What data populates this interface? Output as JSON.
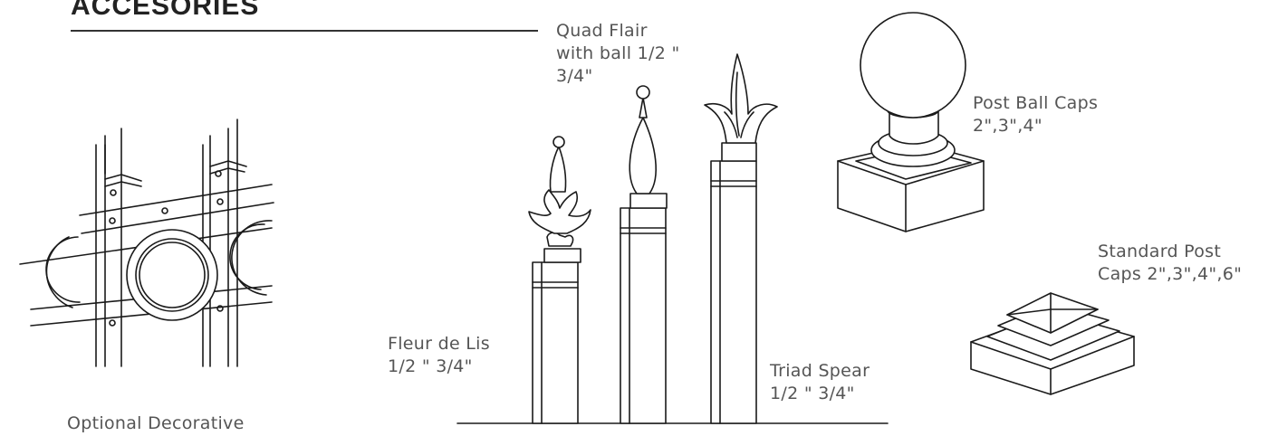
{
  "title": "ACCESORIES",
  "labels": {
    "quad_flair": "Quad Flair\nwith ball 1/2 \"\n3/4\"",
    "post_ball_caps": "Post Ball Caps\n2\",3\",4\"",
    "standard_post_caps": "Standard Post\nCaps 2\",3\",4\",6\"",
    "fleur_de_lis": "Fleur de Lis\n1/2 \" 3/4\"",
    "triad_spear": "Triad Spear\n1/2 \" 3/4\"",
    "optional_decorative": "Optional Decorative"
  },
  "colors": {
    "line": "#1a1a1a",
    "text": "#555555",
    "title": "#222222"
  }
}
